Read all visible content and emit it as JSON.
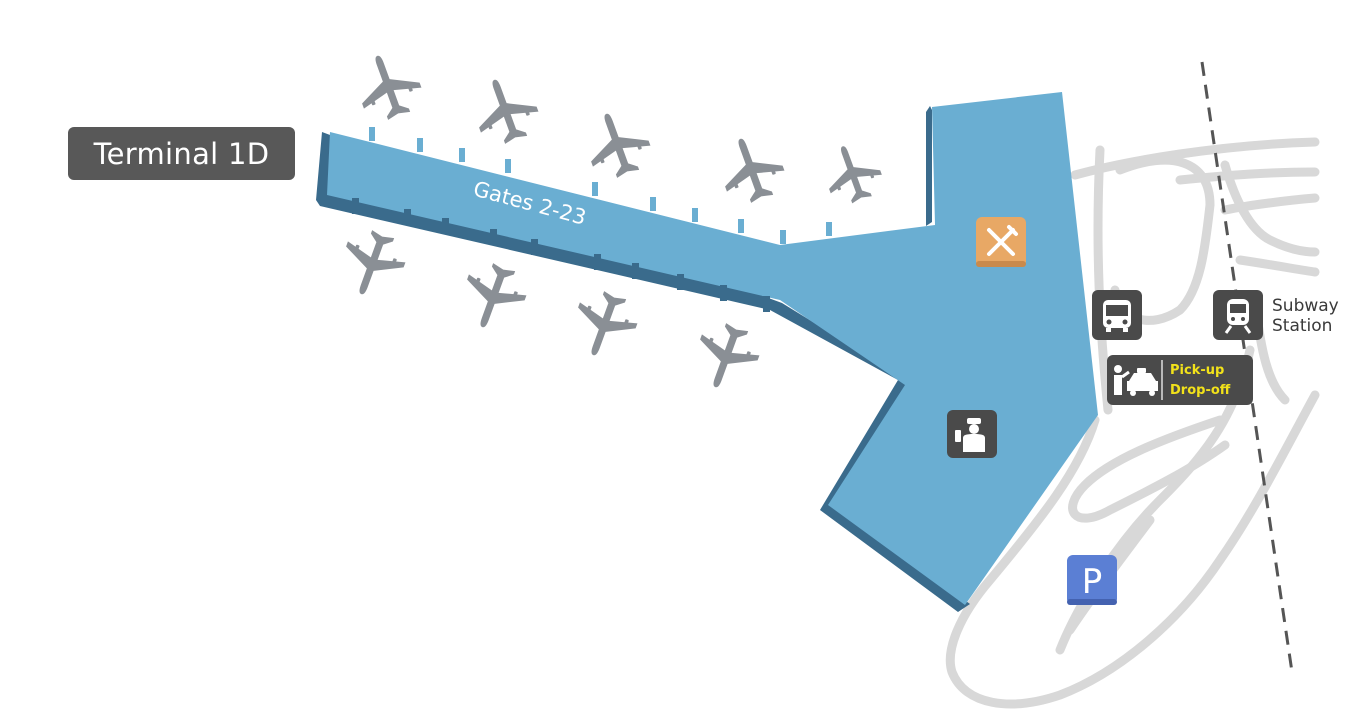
{
  "terminal": {
    "title": "Terminal 1D"
  },
  "concourse": {
    "label": "Gates 2-23"
  },
  "amenities": {
    "dining": {
      "icon": "fork-knife-icon",
      "color": "#e8a865"
    },
    "security": {
      "icon": "security-officer-icon",
      "color": "#4a4a4a"
    },
    "bus": {
      "icon": "bus-icon",
      "color": "#4a4a4a"
    },
    "subway": {
      "icon": "subway-train-icon",
      "color": "#4a4a4a",
      "line1": "Subway",
      "line2": "Station"
    },
    "pickup": {
      "icon": "taxi-pickup-icon",
      "color": "#4a4a4a",
      "line1": "Pick-up",
      "line2": "Drop-off",
      "text_color": "#f2e21a"
    },
    "parking": {
      "icon": "parking-icon",
      "letter": "P",
      "color": "#5b7fd4"
    }
  },
  "colors": {
    "terminal_fill": "#6aaed2",
    "terminal_shadow": "#3a6b8c",
    "road": "#d8d8d8",
    "aircraft": "#8a8f95",
    "rail": "#555555"
  }
}
